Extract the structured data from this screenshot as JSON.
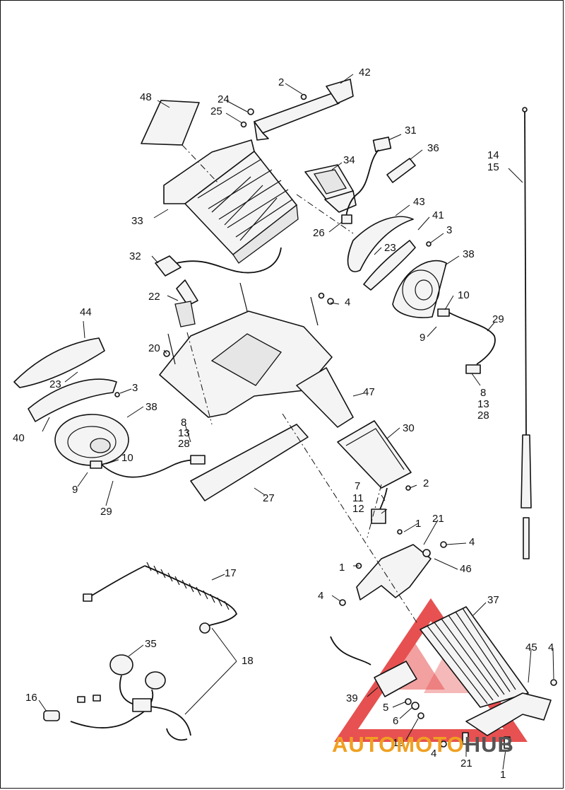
{
  "diagram": {
    "callouts": [
      {
        "id": "c48",
        "text": "48"
      },
      {
        "id": "c24",
        "text": "24"
      },
      {
        "id": "c25",
        "text": "25"
      },
      {
        "id": "c2a",
        "text": "2"
      },
      {
        "id": "c42",
        "text": "42"
      },
      {
        "id": "c31",
        "text": "31"
      },
      {
        "id": "c36",
        "text": "36"
      },
      {
        "id": "c34",
        "text": "34"
      },
      {
        "id": "c14",
        "text": "14"
      },
      {
        "id": "c15",
        "text": "15"
      },
      {
        "id": "c33",
        "text": "33"
      },
      {
        "id": "c26",
        "text": "26"
      },
      {
        "id": "c43",
        "text": "43"
      },
      {
        "id": "c41",
        "text": "41"
      },
      {
        "id": "c3a",
        "text": "3"
      },
      {
        "id": "c23a",
        "text": "23"
      },
      {
        "id": "c32",
        "text": "32"
      },
      {
        "id": "c38a",
        "text": "38"
      },
      {
        "id": "c22",
        "text": "22"
      },
      {
        "id": "c4a",
        "text": "4"
      },
      {
        "id": "c10a",
        "text": "10"
      },
      {
        "id": "c44",
        "text": "44"
      },
      {
        "id": "c29a",
        "text": "29"
      },
      {
        "id": "c9a",
        "text": "9"
      },
      {
        "id": "c20",
        "text": "20"
      },
      {
        "id": "c23b",
        "text": "23"
      },
      {
        "id": "c3b",
        "text": "3"
      },
      {
        "id": "c8a",
        "text": "8"
      },
      {
        "id": "c13a",
        "text": "13"
      },
      {
        "id": "c28a",
        "text": "28"
      },
      {
        "id": "c47",
        "text": "47"
      },
      {
        "id": "c38b",
        "text": "38"
      },
      {
        "id": "c40",
        "text": "40"
      },
      {
        "id": "c8b",
        "text": "8"
      },
      {
        "id": "c13b",
        "text": "13"
      },
      {
        "id": "c28b",
        "text": "28"
      },
      {
        "id": "c30",
        "text": "30"
      },
      {
        "id": "c10b",
        "text": "10"
      },
      {
        "id": "c9b",
        "text": "9"
      },
      {
        "id": "c27",
        "text": "27"
      },
      {
        "id": "c7",
        "text": "7"
      },
      {
        "id": "c11",
        "text": "11"
      },
      {
        "id": "c2b",
        "text": "2"
      },
      {
        "id": "c29b",
        "text": "29"
      },
      {
        "id": "c12",
        "text": "12"
      },
      {
        "id": "c1a",
        "text": "1"
      },
      {
        "id": "c21a",
        "text": "21"
      },
      {
        "id": "c4b",
        "text": "4"
      },
      {
        "id": "c1b",
        "text": "1"
      },
      {
        "id": "c46",
        "text": "46"
      },
      {
        "id": "c17",
        "text": "17"
      },
      {
        "id": "c4c",
        "text": "4"
      },
      {
        "id": "c37",
        "text": "37"
      },
      {
        "id": "c35",
        "text": "35"
      },
      {
        "id": "c18",
        "text": "18"
      },
      {
        "id": "c45",
        "text": "45"
      },
      {
        "id": "c4d",
        "text": "4"
      },
      {
        "id": "c16",
        "text": "16"
      },
      {
        "id": "c39",
        "text": "39"
      },
      {
        "id": "c5",
        "text": "5"
      },
      {
        "id": "c6",
        "text": "6"
      },
      {
        "id": "c19",
        "text": "19"
      },
      {
        "id": "c4e",
        "text": "4"
      },
      {
        "id": "c21b",
        "text": "21"
      },
      {
        "id": "c1c",
        "text": "1"
      }
    ]
  },
  "watermark": {
    "part1": "AUTOMOTO",
    "part2": "HUB",
    "color_primary": "#f0a020",
    "color_secondary": "#555555",
    "logo_color": "#e02020"
  }
}
